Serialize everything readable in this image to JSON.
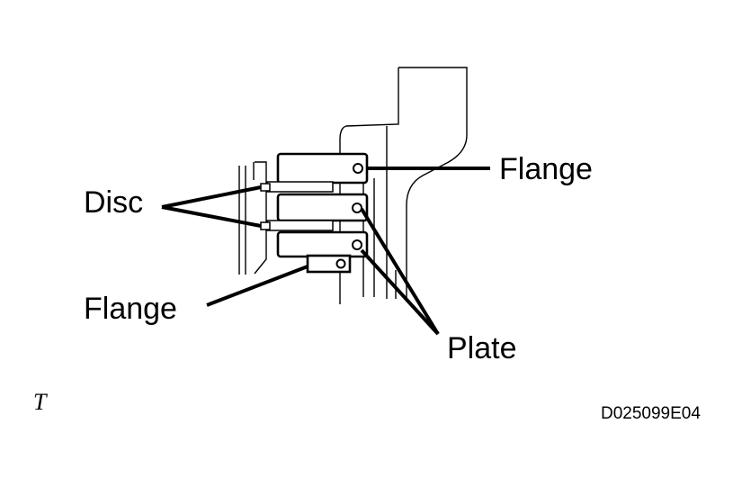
{
  "diagram": {
    "labels": {
      "flange_top": "Flange",
      "disc": "Disc",
      "flange_bottom": "Flange",
      "plate": "Plate"
    },
    "corner_mark": "T",
    "figure_code": "D025099E04"
  }
}
